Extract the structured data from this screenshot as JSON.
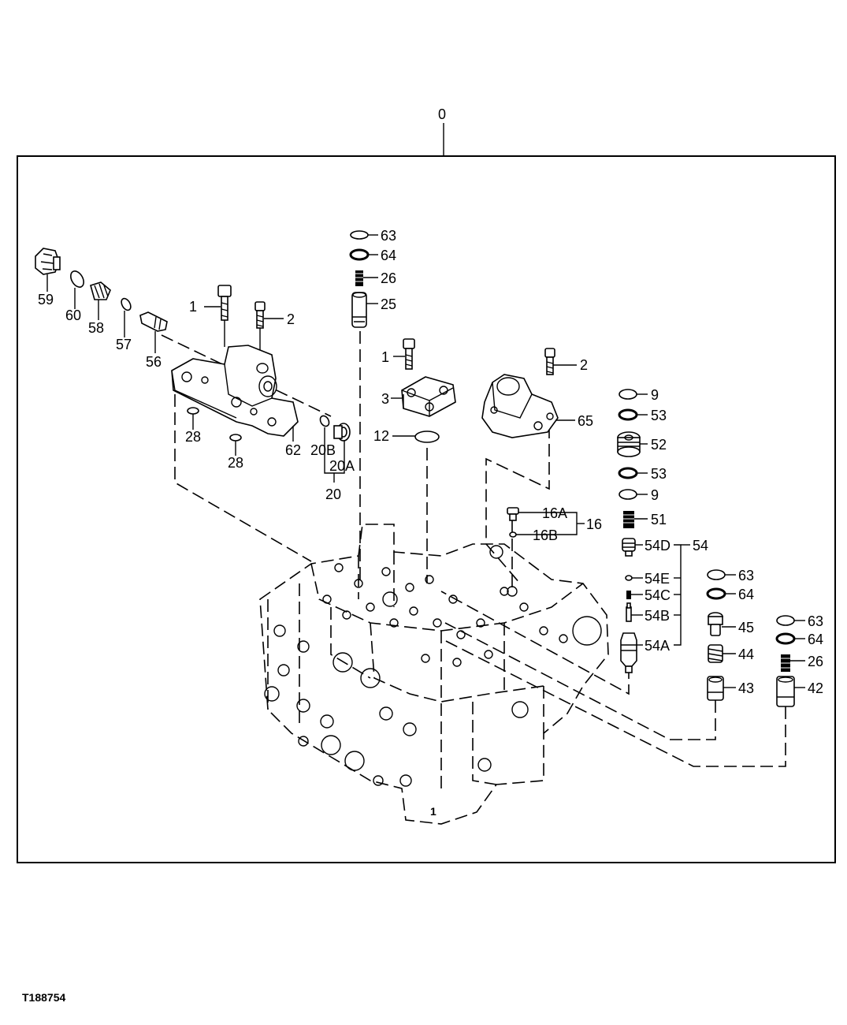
{
  "figure_id": "T188754",
  "assembly_label": "0",
  "callouts": {
    "p59": "59",
    "p60": "60",
    "p58": "58",
    "p57": "57",
    "p56": "56",
    "p1a": "1",
    "p2a": "2",
    "p28a": "28",
    "p28b": "28",
    "p62": "62",
    "p20B": "20B",
    "p20A": "20A",
    "p20": "20",
    "p63a": "63",
    "p64a": "64",
    "p26a": "26",
    "p25": "25",
    "p1b": "1",
    "p3": "3",
    "p12": "12",
    "p2b": "2",
    "p65": "65",
    "p16A": "16A",
    "p16B": "16B",
    "p16": "16",
    "p9a": "9",
    "p53a": "53",
    "p52": "52",
    "p53b": "53",
    "p9b": "9",
    "p51": "51",
    "p54D": "54D",
    "p54": "54",
    "p54E": "54E",
    "p54C": "54C",
    "p54B": "54B",
    "p54A": "54A",
    "p63b": "63",
    "p64b": "64",
    "p45": "45",
    "p44": "44",
    "p43": "43",
    "p63c": "63",
    "p64c": "64",
    "p26b": "26",
    "p42": "42"
  }
}
